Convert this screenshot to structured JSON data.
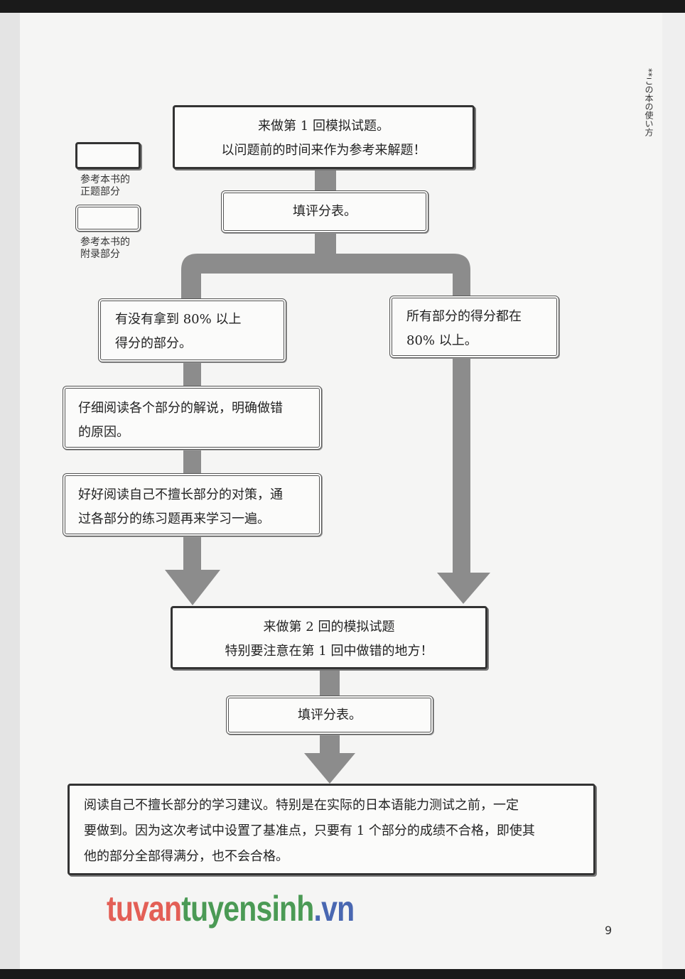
{
  "side_header": "**この本の使い方",
  "page_number": "9",
  "legend": {
    "main_label": "参考本书的\n正题部分",
    "appendix_label": "参考本书的\n附录部分"
  },
  "flow": {
    "step1": [
      "来做第 1 回模拟试题。",
      "以问题前的时间来作为参考来解题！"
    ],
    "score1": "填评分表。",
    "branch_left": [
      "有没有拿到 80% 以上",
      "得分的部分。"
    ],
    "branch_right": [
      "所有部分的得分都在",
      "80% 以上。"
    ],
    "review": [
      "仔细阅读各个部分的解说，明确做错",
      "的原因。"
    ],
    "practice": [
      "好好阅读自己不擅长部分的对策，通",
      "过各部分的练习题再来学习一遍。"
    ],
    "step2": [
      "来做第 2 回的模拟试题",
      "特别要注意在第 1 回中做错的地方！"
    ],
    "score2": "填评分表。",
    "final": [
      "阅读自己不擅长部分的学习建议。特别是在实际的日本语能力测试之前，一定",
      "要做到。因为这次考试中设置了基准点，只要有 1 个部分的成绩不合格，即使其",
      "他的部分全部得满分，也不会合格。"
    ]
  },
  "watermark": {
    "part1": "tuvan",
    "part2": "tuyensinh",
    "part3": ".vn"
  },
  "colors": {
    "connector": "#8c8c8c",
    "border": "#333333",
    "page": "#f5f5f4"
  }
}
